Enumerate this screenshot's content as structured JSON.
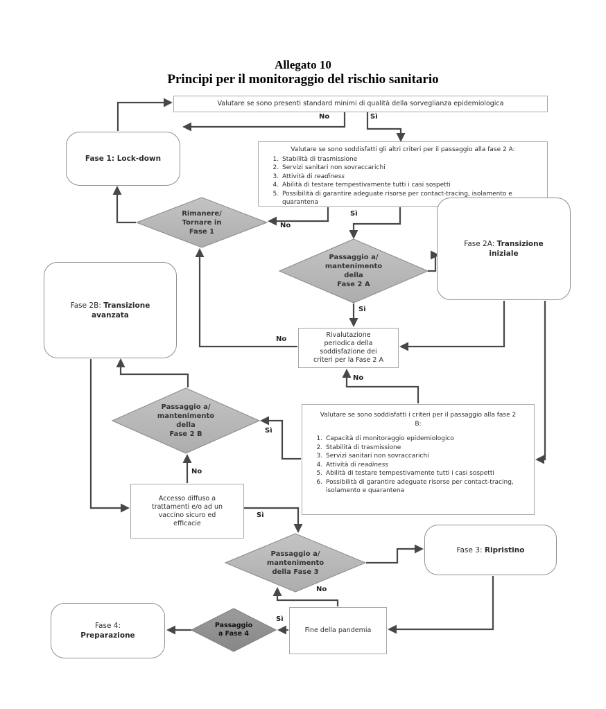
{
  "title": {
    "line1": "Allegato 10",
    "line2": "Principi per il monitoraggio del rischio sanitario"
  },
  "labels": {
    "no": "No",
    "si": "Sì"
  },
  "nodes": {
    "topCheck": {
      "text": "Valutare se sono presenti standard minimi di qualità della sorveglianza epidemiologica"
    },
    "fase1": {
      "text": "Fase 1: Lock-down"
    },
    "criteria2A": {
      "title": "Valutare se sono soddisfatti gli altri criteri per il passaggio alla fase 2 A:",
      "item1": "Stabilità di trasmissione",
      "item2": "Servizi sanitari non sovraccarichi",
      "item3_prefix": "Attività di ",
      "item3_italic": "readiness",
      "item4": "Abilità di testare tempestivamente tutti i casi sospetti",
      "item5": "Possibilità di garantire adeguate risorse per contact-tracing, isolamento e quarantena"
    },
    "rimanere": {
      "line1": "Rimanere/",
      "line2": "Tornare in",
      "line3": "Fase 1"
    },
    "passaggio2A": {
      "line1": "Passaggio a/",
      "line2": "mantenimento",
      "line3": "della",
      "line4": "Fase 2 A"
    },
    "fase2A": {
      "prefix": "Fase 2A: ",
      "bold": "Transizione iniziale"
    },
    "fase2B": {
      "prefix": "Fase 2B: ",
      "bold": "Transizione avanzata"
    },
    "rivalutazione": {
      "line1": "Rivalutazione",
      "line2": "periodica della",
      "line3": "soddisfazione dei",
      "line4": "criteri per la Fase 2 A"
    },
    "passaggio2B": {
      "line1": "Passaggio a/",
      "line2": "mantenimento",
      "line3": "della",
      "line4": "Fase 2 B"
    },
    "criteria2B": {
      "title_line1": "Valutare se sono soddisfatti i criteri per il passaggio alla fase 2",
      "title_line2": "B:",
      "item1": "Capacità di monitoraggio epidemiologico",
      "item2": "Stabilità di trasmissione",
      "item3": "Servizi sanitari non sovraccarichi",
      "item4_prefix": "Attività di ",
      "item4_italic": "readiness",
      "item5": "Abilità di testare tempestivamente tutti i casi sospetti",
      "item6": "Possibilità di garantire adeguate risorse per contact-tracing, isolamento e quarantena"
    },
    "accesso": {
      "line1": "Accesso diffuso a",
      "line2": "trattamenti e/o ad un",
      "line3": "vaccino sicuro ed",
      "line4": "efficacie"
    },
    "passaggio3": {
      "line1": "Passaggio a/",
      "line2": "mantenimento",
      "line3": "della Fase 3"
    },
    "fase3": {
      "prefix": "Fase 3: ",
      "bold": "Ripristino"
    },
    "fine": {
      "text": "Fine della pandemia"
    },
    "passaggio4": {
      "line1": "Passaggio",
      "line2": "a Fase 4"
    },
    "fase4": {
      "prefix": "Fase 4: ",
      "bold": "Preparazione"
    }
  },
  "colors": {
    "diamond_fill_top": "#c4c4c4",
    "diamond_fill_bottom": "#adadad",
    "diamond4_fill_top": "#9c9c9c",
    "diamond4_fill_bottom": "#878787",
    "connector": "#474747",
    "rounded_box_border": "#8f8f8f",
    "square_box_border": "#a8a8a8"
  }
}
